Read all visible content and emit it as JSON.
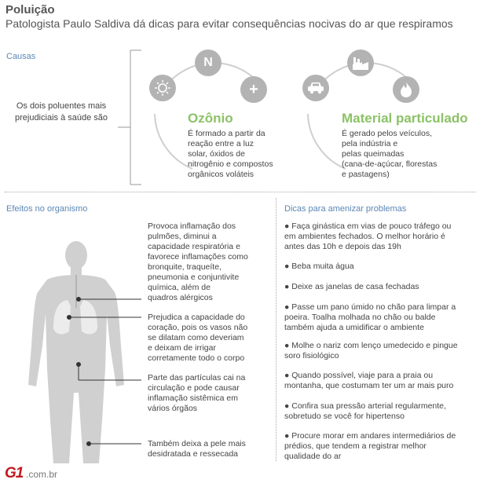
{
  "header": {
    "title": "Poluição",
    "subtitle": "Patologista Paulo Saldiva dá dicas para evitar consequências nocivas do ar que respiramos"
  },
  "causes": {
    "section_label": "Causas",
    "intro": "Os dois poluentes mais prejudiciais à saúde são",
    "ozone": {
      "title": "Ozônio",
      "icon_n_label": "N",
      "icon_plus_label": "+",
      "description_lines": [
        "É formado a partir da",
        "reação entre a luz",
        "solar, óxidos de",
        "nitrogênio e compostos",
        "orgânicos voláteis"
      ]
    },
    "particulate": {
      "title": "Material particulado",
      "description_lines": [
        "É gerado pelos veículos,",
        "pela indústria e",
        "pelas queimadas",
        "(cana-de-açúcar, florestas",
        "e pastagens)"
      ]
    }
  },
  "effects": {
    "section_label": "Efeitos no organismo",
    "items": [
      {
        "lines": [
          "Provoca inflamação dos",
          "pulmões, diminui  a",
          "capacidade respiratória e",
          "favorece inflamações como",
          "bronquite, traqueíte,",
          "pneumonia e conjuntivite",
          "química, além de",
          "quadros alérgicos"
        ]
      },
      {
        "lines": [
          "Prejudica a capacidade do",
          "coração, pois os vasos não",
          "se dilatam como deveriam",
          "e deixam de irrigar",
          "corretamente todo o corpo"
        ]
      },
      {
        "lines": [
          "Parte das partículas cai na",
          "circulação e pode causar",
          "inflamação sistêmica em",
          "vários órgãos"
        ]
      },
      {
        "lines": [
          "Também deixa a pele mais",
          "desidratada e ressecada"
        ]
      }
    ]
  },
  "tips": {
    "section_label": "Dicas para amenizar problemas",
    "items": [
      {
        "lines": [
          "● Faça ginástica em vias de pouco tráfego ou",
          "em ambientes fechados. O melhor horário é",
          "antes das 10h e depois das 19h"
        ]
      },
      {
        "lines": [
          "● Beba muita água"
        ]
      },
      {
        "lines": [
          "● Deixe as janelas de casa fechadas"
        ]
      },
      {
        "lines": [
          "● Passe um pano úmido no chão para limpar a",
          "poeira. Toalha molhada no chão ou balde",
          "também ajuda a umidificar o ambiente"
        ]
      },
      {
        "lines": [
          "● Molhe o nariz com lenço umedecido e pingue",
          "soro fisiológico"
        ]
      },
      {
        "lines": [
          "● Quando possível, viaje para a praia ou",
          "montanha, que costumam ter um ar mais puro"
        ]
      },
      {
        "lines": [
          "● Confira sua pressão arterial regularmente,",
          "sobretudo se você for hipertenso"
        ]
      },
      {
        "lines": [
          "● Procure morar em andares intermediários de",
          "prédios, que tendem a registrar melhor",
          "qualidade do ar"
        ]
      }
    ]
  },
  "footer": {
    "logo_mark": "G1",
    "logo_suffix": ".com.br"
  },
  "colors": {
    "accent_green": "#8cc266",
    "label_blue": "#5b87b5",
    "icon_gray": "#b3b3b3",
    "body_gray": "#d0d0d0",
    "g1_red": "#c4161c"
  }
}
